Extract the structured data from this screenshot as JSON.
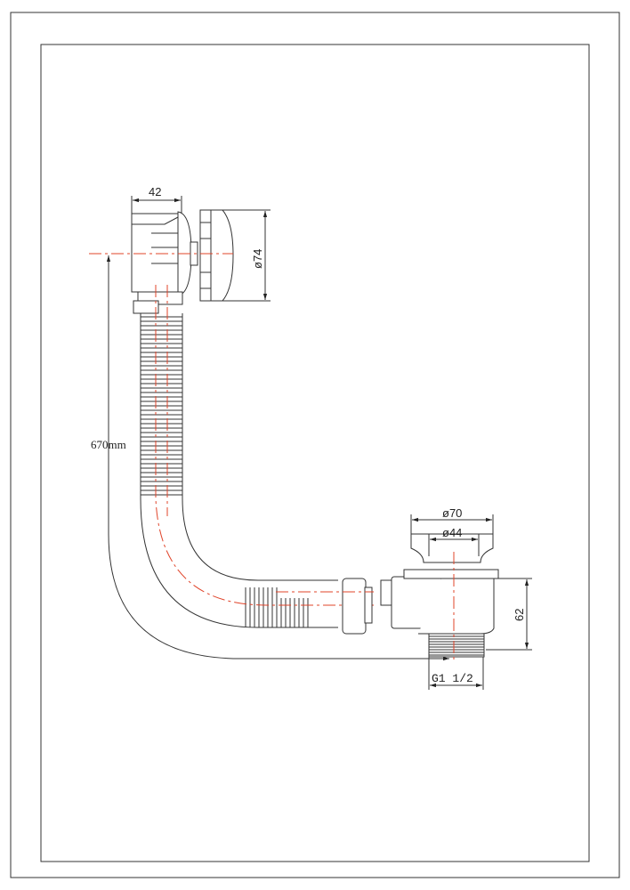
{
  "drawing": {
    "title": "Bath waste and overflow technical drawing",
    "dimensions": {
      "overflow_depth": "42",
      "overflow_diameter": "ø74",
      "length": "670mm",
      "plug_outer_diameter": "ø70",
      "plug_inner_diameter": "ø44",
      "waste_height": "62",
      "thread_size": "G1  1/2"
    },
    "colors": {
      "lines": "#333333",
      "centerlines": "#e0442a"
    }
  }
}
